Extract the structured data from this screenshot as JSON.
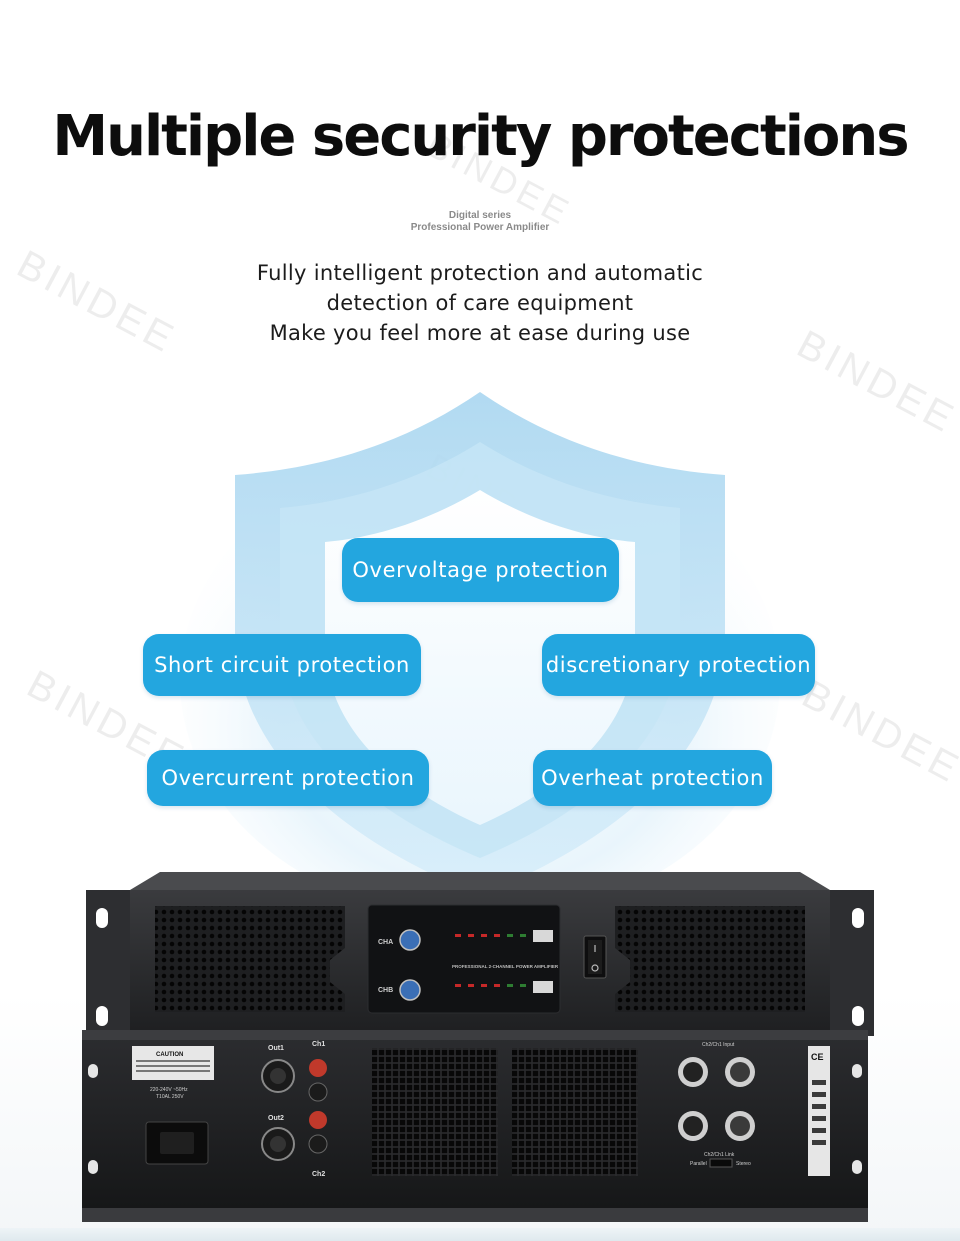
{
  "title": "Multiple security protections",
  "series": {
    "line1": "Digital series",
    "line2": "Professional Power Amplifier"
  },
  "description": [
    "Fully intelligent protection and automatic",
    "detection of care equipment",
    "Make you feel more at ease during use"
  ],
  "watermark_text": "BINDEE",
  "protections": {
    "overvoltage": "Overvoltage protection",
    "short_circuit": "Short circuit  protection",
    "discretionary": "discretionary protection",
    "overcurrent": "Overcurrent protection",
    "overheat": "Overheat protection"
  },
  "colors": {
    "pill": "#23a6df",
    "shield": "#cbe6f5",
    "title": "#0d0d0d"
  },
  "amplifier": {
    "front_panel": {
      "channel_a": "CHA",
      "channel_b": "CHB",
      "model_text": "PROFESSIONAL 2-CHANNEL POWER AMPLIFIER"
    },
    "rear_panel": {
      "caution": "CAUTION",
      "power_spec_1": "220-240V ~50Hz",
      "power_spec_2": "T10AL 250V",
      "out1": "Out1",
      "out2": "Out2",
      "ch1": "Ch1",
      "ch2": "Ch2",
      "ch2_ch1_input": "Ch2/Ch1 Input",
      "ch2_ch1_link": "Ch2/Ch1 Link",
      "parallel": "Parallel",
      "stereo": "Stereo",
      "ce_mark": "CE"
    }
  }
}
